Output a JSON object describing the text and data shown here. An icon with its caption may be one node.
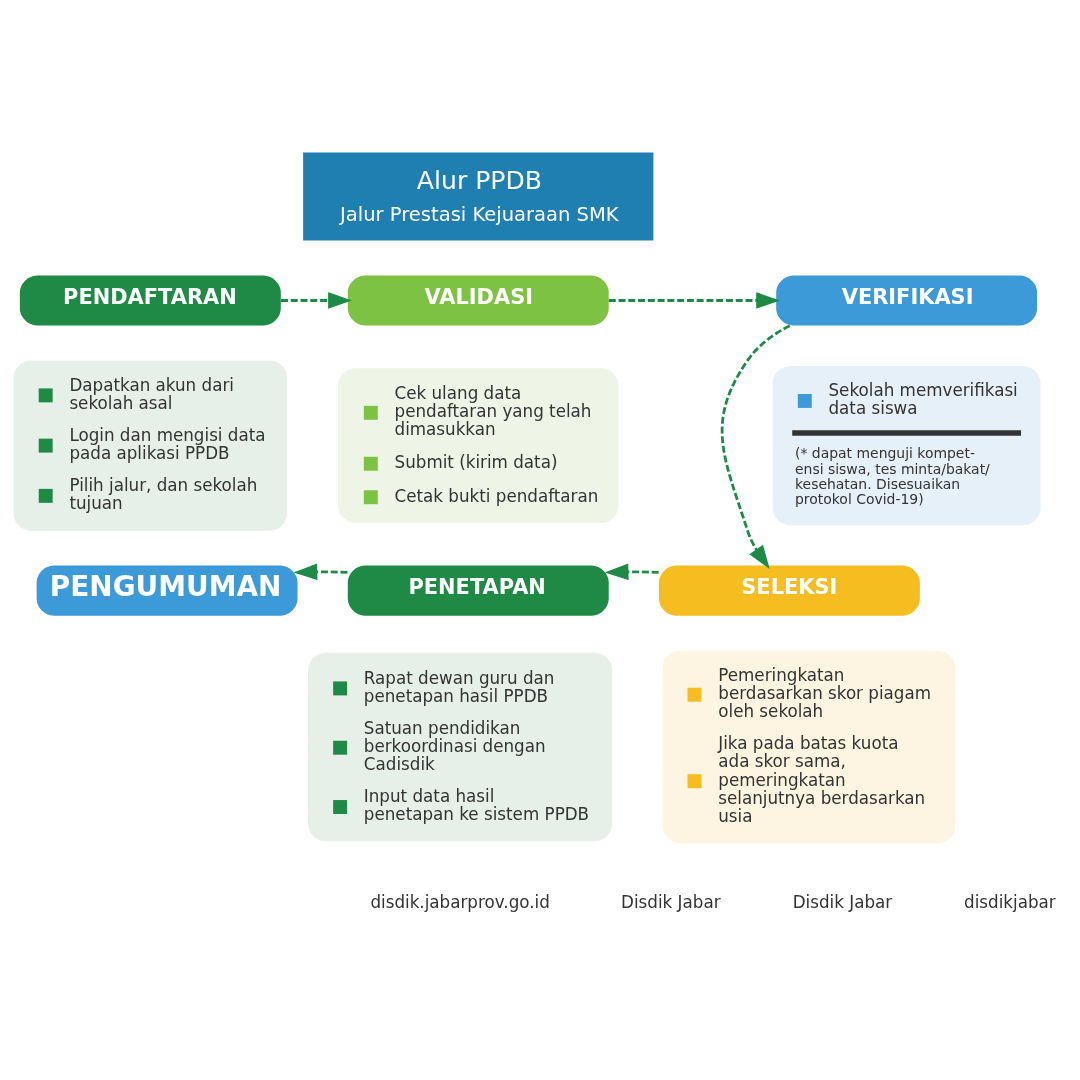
{
  "diagram": {
    "nodes": [
      {
        "text": [
          "Alur PPDB",
          "Jalur Prestasi Kejuaraan SMK"
        ]
      },
      {
        "text": [
          "PENDAFTARAN"
        ]
      },
      {
        "text": [
          "Dapatkan akun dari sekolah asal",
          "Login dan mengisi data pada aplikasi PPDB",
          "Pilih jalur, dan sekolah tujuan"
        ]
      },
      {
        "text": [
          "VALIDASI"
        ]
      },
      {
        "text": [
          "Cek ulang data pendaftaran yang telah dimasukkan",
          "Submit (kirim data)",
          "Cetak bukti pendaftaran"
        ]
      },
      {
        "text": [
          "VERIFIKASI"
        ]
      },
      {
        "text": [
          "Sekolah memverifikasi data siswa",
          "(* dapat menguji kompet- ensi siswa, tes minta/bakat/ kesehatan. Disesuaikan protokol Covid-19)"
        ]
      },
      {
        "text": [
          "SELEKSI"
        ]
      },
      {
        "text": [
          "Pemeringkatan berdasarkan skor piagam oleh sekolah",
          "Jika pada batas kuota ada skor sama, pemeringkatan selanjutnya berdasarkan usia"
        ]
      },
      {
        "text": [
          "PENETAPAN"
        ]
      },
      {
        "text": [
          "Rapat dewan guru dan penetapan hasil PPDB",
          "Satuan pendidikan berkoordinasi dengan Cadisdik",
          "Input data hasil penetapan ke sistem PPDB"
        ]
      },
      {
        "text": [
          "PENGUMUMAN"
        ]
      }
    ],
    "edges": [
      {
        "from": 1,
        "to": 3,
        "arrow": "to",
        "style": "dashed"
      },
      {
        "from": 3,
        "to": 5,
        "arrow": "to",
        "style": "dashed"
      },
      {
        "from": 5,
        "to": 7,
        "arrow": "to",
        "style": "dashed"
      },
      {
        "from": 7,
        "to": 9,
        "arrow": "to",
        "style": "dashed"
      },
      {
        "from": 9,
        "to": 11,
        "arrow": "to",
        "style": "dashed"
      }
    ],
    "labels": [
      "disdik.jabarprov.go.id",
      "Disdik Jabar",
      "Disdik Jabar",
      "disdikjabar"
    ]
  }
}
